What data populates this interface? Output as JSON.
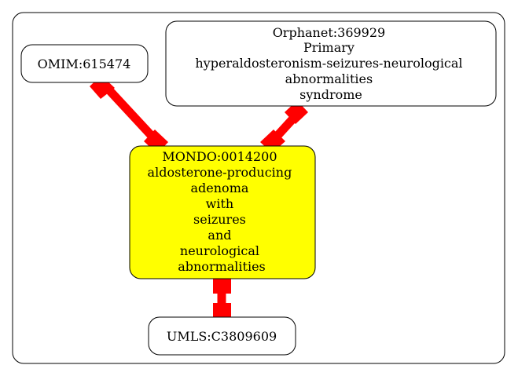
{
  "graph": {
    "nodes": {
      "omim": {
        "lines": [
          "OMIM:615474"
        ],
        "fill": "#ffffff"
      },
      "orphanet": {
        "lines": [
          "Orphanet:369929",
          "Primary",
          "hyperaldosteronism-seizures-neurological",
          "abnormalities",
          "syndrome"
        ],
        "fill": "#ffffff"
      },
      "mondo": {
        "lines": [
          "MONDO:0014200",
          "aldosterone-producing",
          "adenoma",
          "with",
          "seizures",
          "and",
          "neurological",
          "abnormalities"
        ],
        "fill": "#ffff00"
      },
      "umls": {
        "lines": [
          "UMLS:C3809609"
        ],
        "fill": "#ffffff"
      }
    },
    "edges": [
      {
        "from": "omim",
        "to": "mondo",
        "color": "#ff0000"
      },
      {
        "from": "orphanet",
        "to": "mondo",
        "color": "#ff0000"
      },
      {
        "from": "mondo",
        "to": "umls",
        "color": "#ff0000"
      }
    ]
  }
}
